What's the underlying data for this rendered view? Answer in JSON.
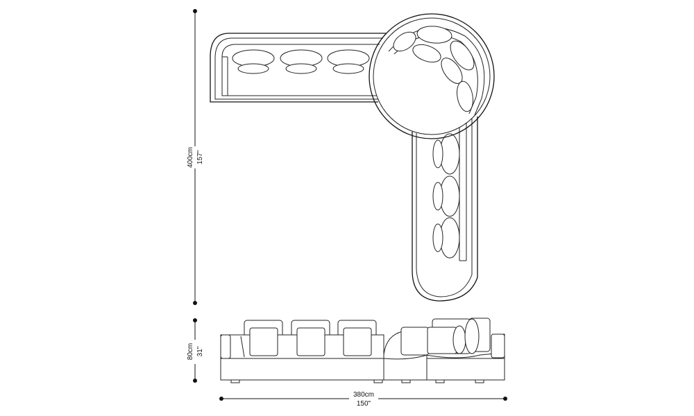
{
  "dimensions": {
    "height_total": {
      "cm": "400cm",
      "inch": "157\""
    },
    "height_side": {
      "cm": "80cm",
      "inch": "31\""
    },
    "width_total": {
      "cm": "380cm",
      "inch": "150\""
    }
  },
  "colors": {
    "line": "#222222",
    "background": "#ffffff"
  }
}
